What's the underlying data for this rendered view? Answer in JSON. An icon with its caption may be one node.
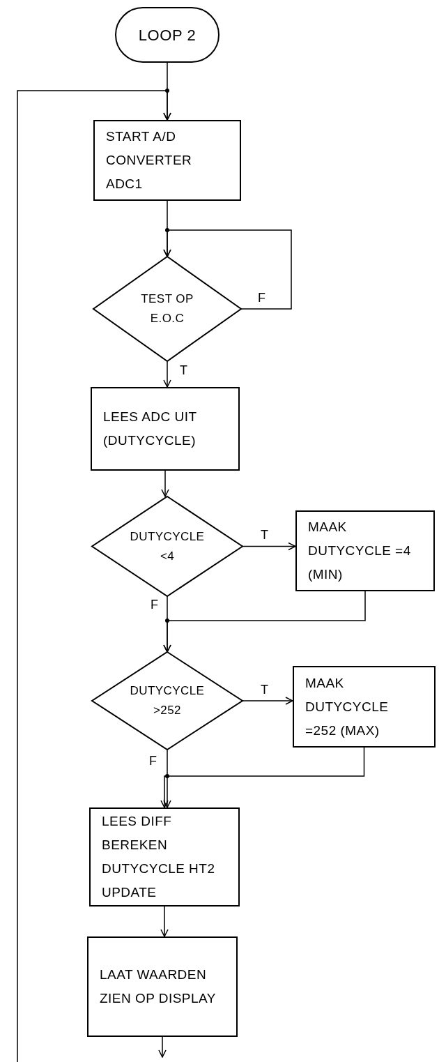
{
  "diagram": {
    "nodes": [
      {
        "text": [
          "LOOP 2"
        ]
      },
      {
        "text": [
          "START A/D CONVERTER ADC1"
        ]
      },
      {
        "text": [
          "TEST OP E.O.C"
        ]
      },
      {
        "text": [
          "LEES ADC UIT (DUTYCYCLE)"
        ]
      },
      {
        "text": [
          "DUTYCYCLE <4"
        ]
      },
      {
        "text": [
          "MAAK DUTYCYCLE =4 (MIN)"
        ]
      },
      {
        "text": [
          "DUTYCYCLE >252"
        ]
      },
      {
        "text": [
          "MAAK DUTYCYCLE =252 (MAX)"
        ]
      },
      {
        "text": [
          "LEES DIFF BEREKEN DUTYCYCLE HT2 UPDATE"
        ]
      },
      {
        "text": [
          "LAAT WAARDEN ZIEN OP DISPLAY"
        ]
      }
    ],
    "edges": [
      {
        "from": 0,
        "to": 1,
        "arrow": "to"
      },
      {
        "from": 1,
        "to": 2,
        "arrow": "to"
      },
      {
        "from": 2,
        "to": 2,
        "arrow": "to",
        "label": "F"
      },
      {
        "from": 2,
        "to": 3,
        "arrow": "to",
        "label": "T"
      },
      {
        "from": 3,
        "to": 4,
        "arrow": "to"
      },
      {
        "from": 4,
        "to": 5,
        "arrow": "to",
        "label": "T"
      },
      {
        "from": 4,
        "to": 6,
        "arrow": "to",
        "label": "F"
      },
      {
        "from": 5,
        "to": 6,
        "arrow": "to"
      },
      {
        "from": 6,
        "to": 7,
        "arrow": "to",
        "label": "T"
      },
      {
        "from": 6,
        "to": 8,
        "arrow": "to",
        "label": "F"
      },
      {
        "from": 7,
        "to": 8,
        "arrow": "to"
      },
      {
        "from": 8,
        "to": 9,
        "arrow": "to"
      },
      {
        "from": 9,
        "to": null,
        "arrow": "to"
      },
      {
        "from": null,
        "to": 1,
        "arrow": "to"
      }
    ]
  }
}
